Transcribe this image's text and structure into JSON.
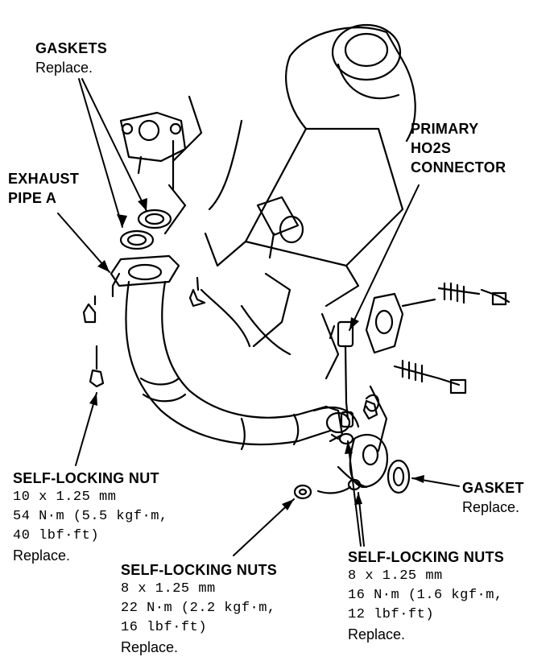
{
  "labels": {
    "gaskets_top": {
      "title": "GASKETS",
      "note": "Replace."
    },
    "exhaust_pipe": {
      "line1": "EXHAUST",
      "line2": "PIPE A"
    },
    "primary_ho2s": {
      "line1": "PRIMARY",
      "line2": "HO2S",
      "line3": "CONNECTOR"
    },
    "gasket_right": {
      "title": "GASKET",
      "note": "Replace."
    },
    "nut_left": {
      "title": "SELF-LOCKING NUT",
      "size": "10 x 1.25 mm",
      "torque1": "54 N·m (5.5 kgf·m,",
      "torque2": "40 lbf·ft)",
      "note": "Replace."
    },
    "nuts_middle": {
      "title": "SELF-LOCKING NUTS",
      "size": "8 x 1.25 mm",
      "torque1": "22 N·m (2.2 kgf·m,",
      "torque2": "16 lbf·ft)",
      "note": "Replace."
    },
    "nuts_right": {
      "title": "SELF-LOCKING NUTS",
      "size": "8 x 1.25 mm",
      "torque1": "16 N·m (1.6 kgf·m,",
      "torque2": "12 lbf·ft)",
      "note": "Replace."
    }
  },
  "colors": {
    "ink": "#000000",
    "paper": "#ffffff"
  }
}
